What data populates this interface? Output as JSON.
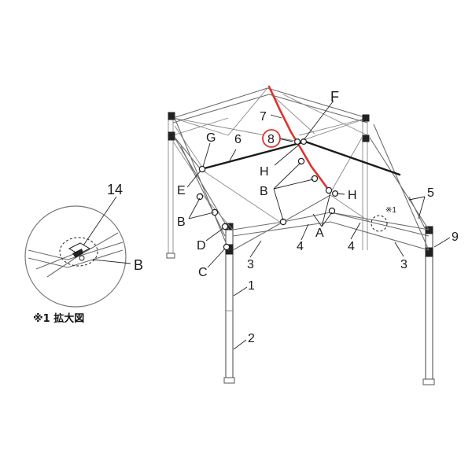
{
  "highlight_color": "#e0322e",
  "part_numbers": {
    "p1": "1",
    "p2": "2",
    "p3a": "3",
    "p3b": "3",
    "p4a": "4",
    "p4b": "4",
    "p5": "5",
    "p6": "6",
    "p7": "7",
    "p8": "8",
    "p9": "9",
    "p14": "14"
  },
  "joint_letters": {
    "A": "A",
    "B1": "B",
    "B2": "B",
    "C": "C",
    "D": "D",
    "E": "E",
    "F": "F",
    "G": "G",
    "H1": "H",
    "H2": "H",
    "inset_B": "B"
  },
  "reference_mark": "※1",
  "inset_caption": "※1 拡大図"
}
